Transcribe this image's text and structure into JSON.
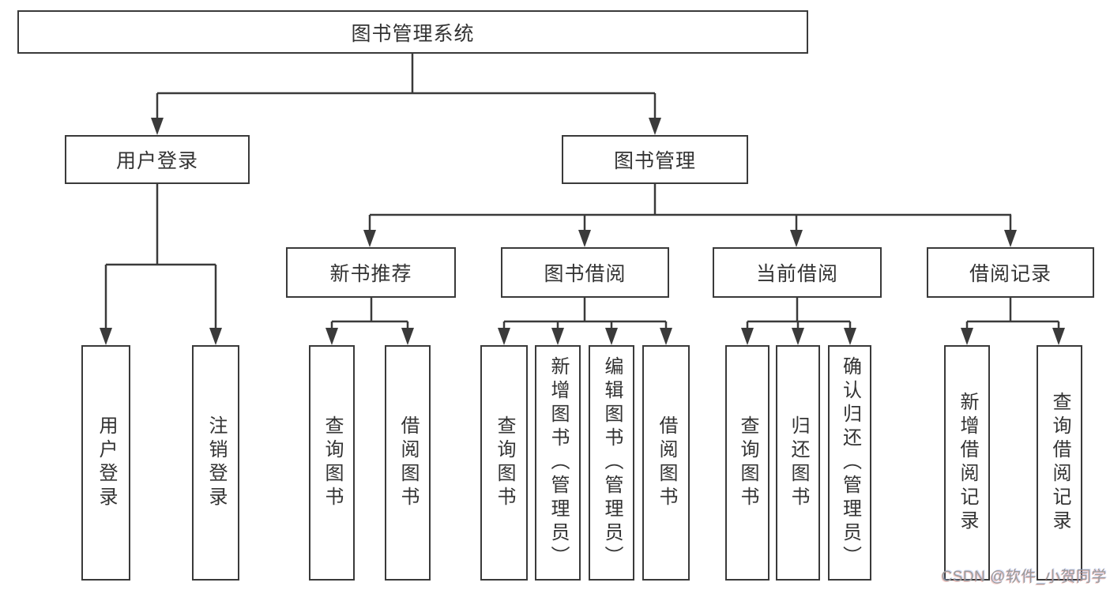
{
  "diagram": {
    "title": "图书管理系统",
    "level2": {
      "left": "用户登录",
      "right": "图书管理"
    },
    "level3": [
      "新书推荐",
      "图书借阅",
      "当前借阅",
      "借阅记录"
    ],
    "leaves": {
      "user_login": [
        "用户登录",
        "注销登录"
      ],
      "new_book_rec": [
        "查询图书",
        "借阅图书"
      ],
      "book_borrow": [
        "查询图书",
        "新增图书（管理员）",
        "编辑图书（管理员）",
        "借阅图书"
      ],
      "current_borrow": [
        "查询图书",
        "归还图书",
        "确认归还（管理员）"
      ],
      "borrow_records": [
        "新增借阅记录",
        "查询借阅记录"
      ]
    }
  },
  "watermark": {
    "text": "CSDN @软件_小贺同学"
  },
  "colors": {
    "line": "#3a3a3a",
    "box_border": "#3a3a3a",
    "text": "#333333",
    "watermark_text": "#9b9b9b",
    "background": "#ffffff"
  }
}
